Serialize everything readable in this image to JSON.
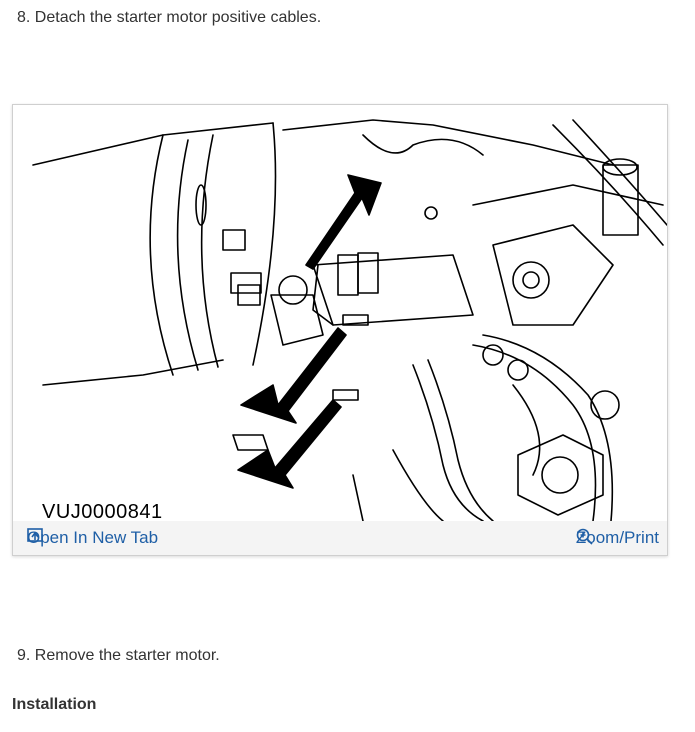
{
  "steps": [
    {
      "text": "8. Detach the starter motor positive cables."
    },
    {
      "text": "9. Remove the starter motor."
    }
  ],
  "section_heading": "Installation",
  "figure": {
    "id_label": "VUJ0000841",
    "open_tab_label": "Open In New Tab",
    "zoom_label": "Zoom/Print",
    "link_color": "#1f5fa6"
  }
}
